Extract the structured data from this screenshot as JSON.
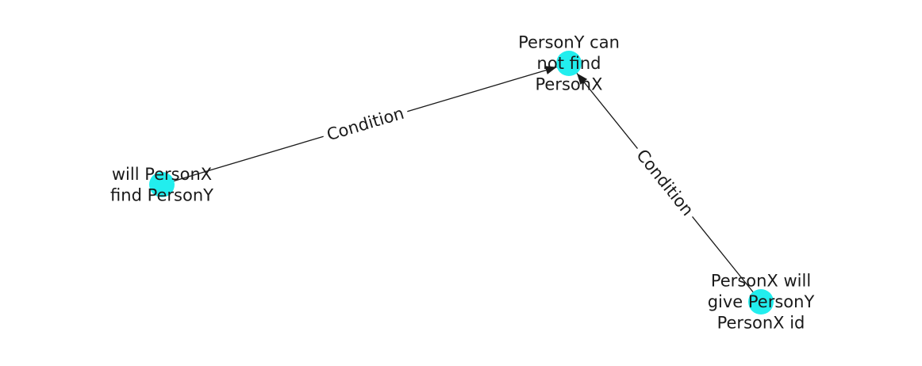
{
  "graph": {
    "node_color": "#22eeee",
    "edge_color": "#1a1a1a",
    "nodes": [
      {
        "id": "n0",
        "lines": [
          "PersonY can",
          "not find",
          "PersonX"
        ]
      },
      {
        "id": "n1",
        "lines": [
          "will PersonX",
          "find PersonY"
        ]
      },
      {
        "id": "n2",
        "lines": [
          "PersonX will",
          "give PersonY",
          "PersonX id"
        ]
      }
    ],
    "edges": [
      {
        "source": "n1",
        "target": "n0",
        "label": "Condition"
      },
      {
        "source": "n2",
        "target": "n0",
        "label": "Condition"
      }
    ]
  }
}
